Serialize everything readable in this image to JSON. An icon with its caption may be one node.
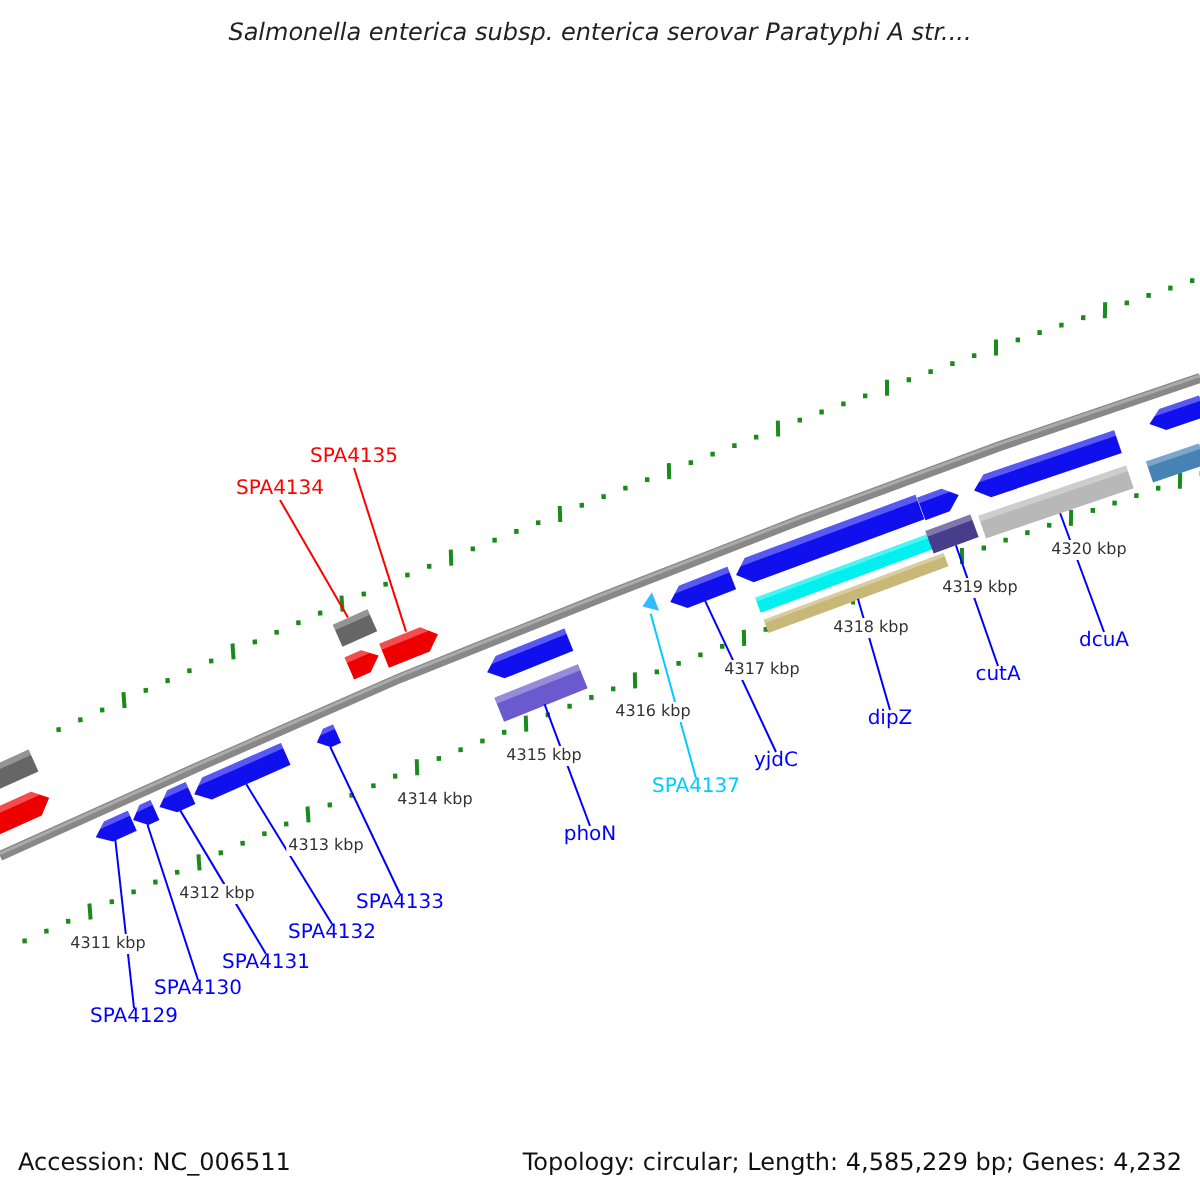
{
  "diagram": {
    "title": "Salmonella enterica subsp. enterica serovar Paratyphi A str....",
    "nodes": [
      {
        "text": [
          "SPA4135"
        ]
      },
      {
        "text": [
          "SPA4134"
        ]
      },
      {
        "text": [
          "dcuA"
        ]
      },
      {
        "text": [
          "cutA"
        ]
      },
      {
        "text": [
          "dipZ"
        ]
      },
      {
        "text": [
          "yjdC"
        ]
      },
      {
        "text": [
          "SPA4137"
        ]
      },
      {
        "text": [
          "phoN"
        ]
      },
      {
        "text": [
          "SPA4133"
        ]
      },
      {
        "text": [
          "SPA4132"
        ]
      },
      {
        "text": [
          "SPA4131"
        ]
      },
      {
        "text": [
          "SPA4130"
        ]
      },
      {
        "text": [
          "SPA4129"
        ]
      },
      {
        "text": [],
        "shape": "box"
      },
      {
        "text": [],
        "shape": "arrow"
      },
      {
        "text": [],
        "shape": "arrow"
      },
      {
        "text": [],
        "shape": "arrow"
      },
      {
        "text": [],
        "shape": "arrow"
      },
      {
        "text": [],
        "shape": "arrow"
      },
      {
        "text": [],
        "shape": "arrow"
      },
      {
        "text": [],
        "shape": "box"
      },
      {
        "text": [],
        "shape": "arrow"
      },
      {
        "text": [],
        "shape": "arrow"
      },
      {
        "text": [],
        "shape": "arrow"
      },
      {
        "text": [],
        "shape": "bar"
      },
      {
        "text": [],
        "shape": "triangle"
      },
      {
        "text": [],
        "shape": "arrow"
      },
      {
        "text": [],
        "shape": "arrow"
      },
      {
        "text": [],
        "shape": "bar"
      },
      {
        "text": [],
        "shape": "bar"
      },
      {
        "text": [],
        "shape": "arrow"
      },
      {
        "text": [],
        "shape": "bar"
      },
      {
        "text": [],
        "shape": "arrow"
      },
      {
        "text": [],
        "shape": "bar"
      },
      {
        "text": [],
        "shape": "arrow"
      },
      {
        "text": [],
        "shape": "bar"
      }
    ],
    "edges": [
      {
        "from": 0,
        "to": 22,
        "arrow": "none",
        "color": "#ff0000"
      },
      {
        "from": 1,
        "to": 20,
        "arrow": "none",
        "color": "#ff0000"
      },
      {
        "from": 2,
        "to": 33,
        "arrow": "none"
      },
      {
        "from": 3,
        "to": 31,
        "arrow": "none"
      },
      {
        "from": 4,
        "to": 29,
        "arrow": "none"
      },
      {
        "from": 5,
        "to": 26,
        "arrow": "none"
      },
      {
        "from": 6,
        "to": 25,
        "arrow": "none",
        "color": "#00ccff"
      },
      {
        "from": 7,
        "to": 24,
        "arrow": "none"
      },
      {
        "from": 8,
        "to": 19,
        "arrow": "none"
      },
      {
        "from": 9,
        "to": 18,
        "arrow": "none"
      },
      {
        "from": 10,
        "to": 17,
        "arrow": "none"
      },
      {
        "from": 11,
        "to": 16,
        "arrow": "none"
      },
      {
        "from": 12,
        "to": 15,
        "arrow": "none"
      }
    ],
    "labels": [
      "4311 kbp",
      "4312 kbp",
      "4313 kbp",
      "4314 kbp",
      "4315 kbp",
      "4316 kbp",
      "4317 kbp",
      "4318 kbp",
      "4319 kbp",
      "4320 kbp",
      "Accession: NC_006511",
      "Topology: circular; Length: 4,585,229 bp; Genes: 4,232"
    ]
  }
}
